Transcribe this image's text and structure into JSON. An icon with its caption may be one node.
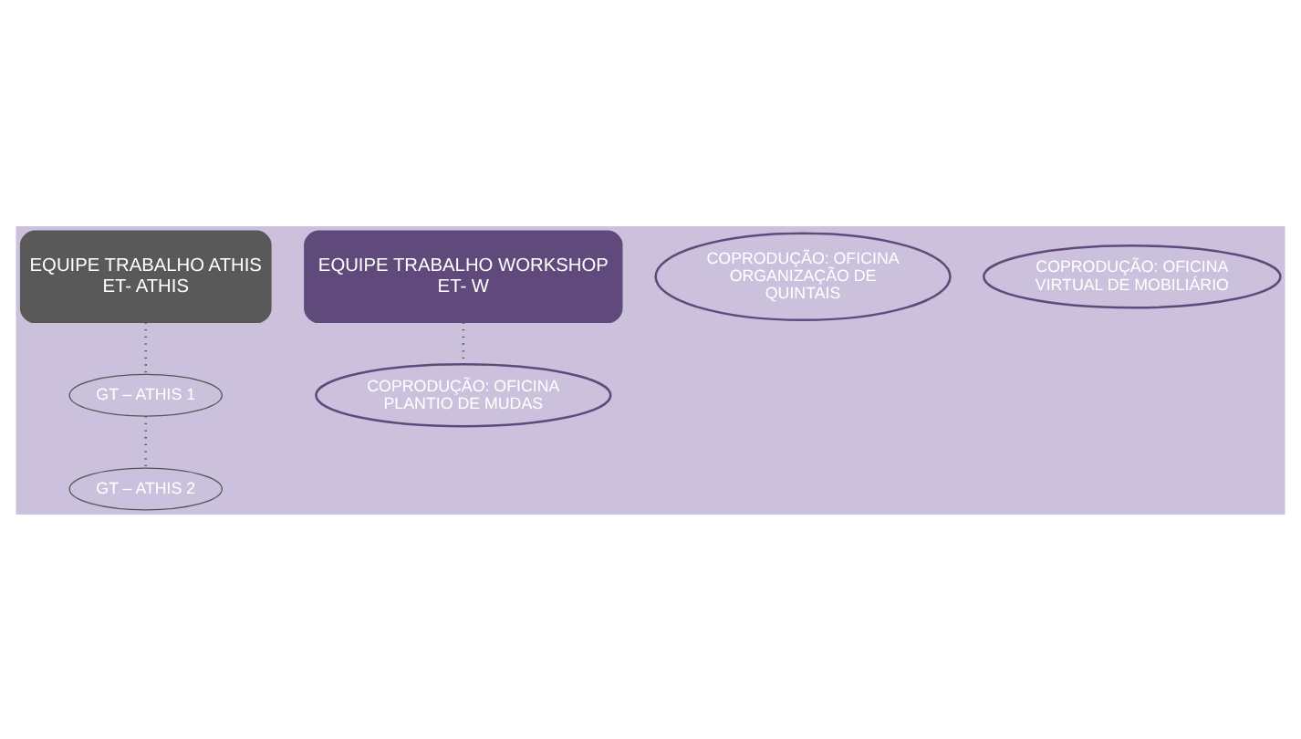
{
  "diagram": {
    "nodes": [
      {
        "text": [
          "EQUIPE TRABALHO ATHIS",
          "ET- ATHIS"
        ]
      },
      {
        "text": [
          "GT – ATHIS 1"
        ]
      },
      {
        "text": [
          "GT – ATHIS 2"
        ]
      },
      {
        "text": [
          "EQUIPE TRABALHO WORKSHOP",
          "ET- W"
        ]
      },
      {
        "text": [
          "COPRODUÇÃO: OFICINA PLANTIO DE MUDAS"
        ]
      },
      {
        "text": [
          "COPRODUÇÃO: OFICINA ORGANIZAÇÃO DE QUINTAIS"
        ]
      },
      {
        "text": [
          "COPRODUÇÃO: OFICINA VIRTUAL DE MOBILIÁRIO"
        ]
      }
    ],
    "edges": [
      {
        "from": 0,
        "to": 1,
        "arrow": "none",
        "style": "dashed"
      },
      {
        "from": 1,
        "to": 2,
        "arrow": "none",
        "style": "dashed"
      },
      {
        "from": 3,
        "to": 4,
        "arrow": "none",
        "style": "dashed"
      }
    ]
  }
}
